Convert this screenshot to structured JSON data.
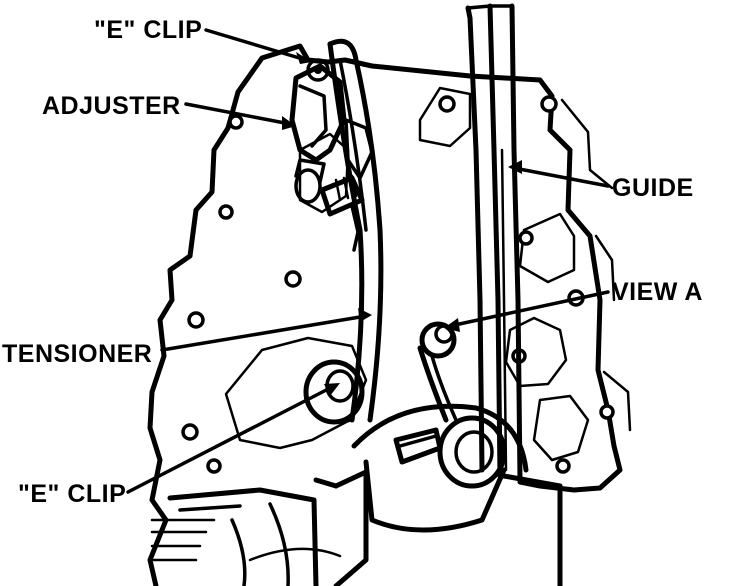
{
  "labels": {
    "e_clip_top": "\"E\" CLIP",
    "adjuster": "ADJUSTER",
    "guide": "GUIDE",
    "view_a": "VIEW A",
    "tensioner": "TENSIONER",
    "e_clip_bottom": "\"E\" CLIP"
  },
  "colors": {
    "ink": "#000000",
    "paper": "#ffffff"
  }
}
